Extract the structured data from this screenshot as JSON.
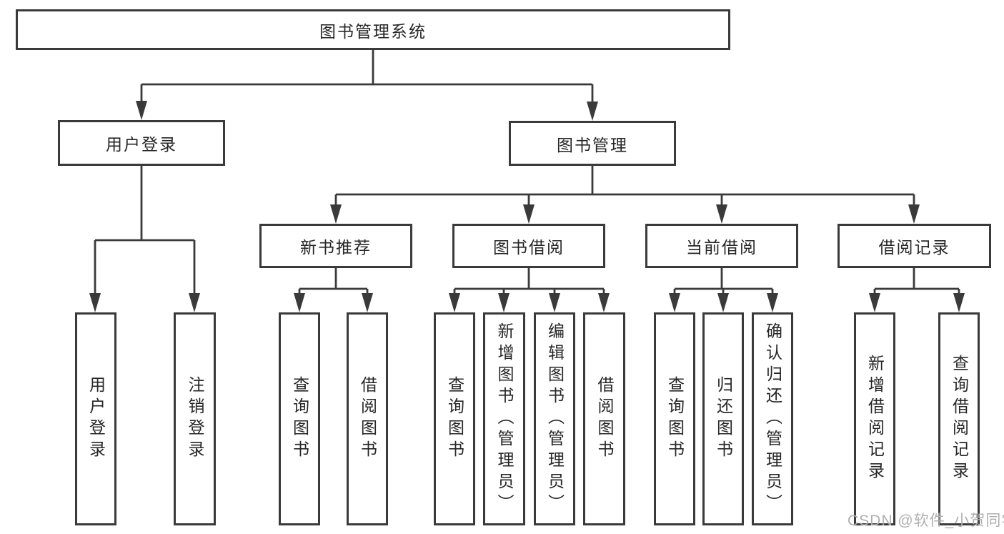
{
  "diagram": {
    "type": "hierarchy-tree",
    "tree": {
      "root": "图书管理系统",
      "children": [
        {
          "label": "用户登录",
          "children": [
            "用户登录",
            "注销登录"
          ]
        },
        {
          "label": "图书管理",
          "children": [
            {
              "label": "新书推荐",
              "children": [
                "查询图书",
                "借阅图书"
              ]
            },
            {
              "label": "图书借阅",
              "children": [
                "查询图书",
                "新增图书（管理员）",
                "编辑图书（管理员）",
                "借阅图书"
              ]
            },
            {
              "label": "当前借阅",
              "children": [
                "查询图书",
                "归还图书",
                "确认归还（管理员）"
              ]
            },
            {
              "label": "借阅记录",
              "children": [
                "新增借阅记录",
                "查询借阅记录"
              ]
            }
          ]
        }
      ]
    },
    "colors": {
      "line": "#3a3a3a",
      "box_border": "#3a3a3a",
      "box_fill": "#ffffff",
      "text": "#262626",
      "watermark": "#b0afaf"
    }
  },
  "watermark": {
    "text": "CSDN @软件_小贺同学"
  }
}
